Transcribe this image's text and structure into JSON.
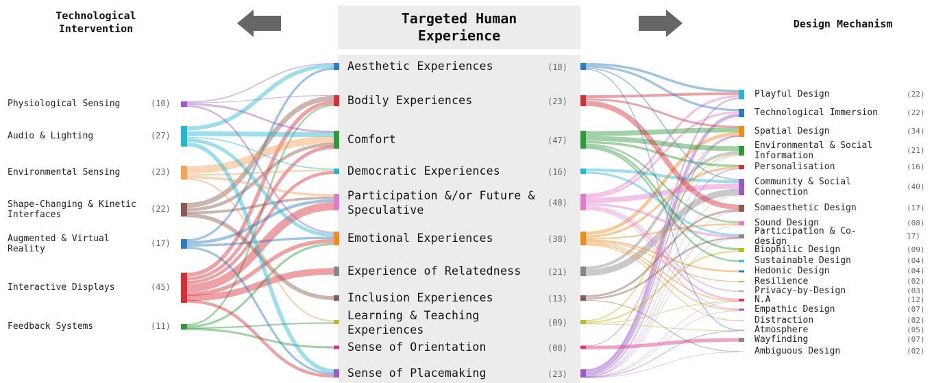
{
  "headers": {
    "left": "Technological Intervention",
    "middle": "Targeted Human Experience",
    "right": "Design Mechanism"
  },
  "chart_data": {
    "type": "sankey",
    "left_nodes": [
      {
        "id": "L0",
        "label": "Physiological Sensing",
        "count": "(10)",
        "color": "#a05ac8"
      },
      {
        "id": "L1",
        "label": "Audio & Lighting",
        "count": "(27)",
        "color": "#26b6d2"
      },
      {
        "id": "L2",
        "label": "Environmental Sensing",
        "count": "(23)",
        "color": "#f4a15a"
      },
      {
        "id": "L3",
        "label": "Shape-Changing & Kinetic Interfaces",
        "count": "(22)",
        "color": "#8c5a4e"
      },
      {
        "id": "L4",
        "label": "Augmented & Virtual Reality",
        "count": "(17)",
        "color": "#2e7bbf"
      },
      {
        "id": "L5",
        "label": "Interactive Displays",
        "count": "(45)",
        "color": "#d62f35"
      },
      {
        "id": "L6",
        "label": "Feedback Systems",
        "count": "(11)",
        "color": "#2f9a3a"
      }
    ],
    "middle_nodes": [
      {
        "id": "M0",
        "label": "Aesthetic Experiences",
        "count": "(18)",
        "color": "#2e7bbf"
      },
      {
        "id": "M1",
        "label": "Bodily Experiences",
        "count": "(23)",
        "color": "#d62f35"
      },
      {
        "id": "M2",
        "label": "Comfort",
        "count": "(47)",
        "color": "#2f9a3a"
      },
      {
        "id": "M3",
        "label": "Democratic Experiences",
        "count": "(16)",
        "color": "#26b6d2"
      },
      {
        "id": "M4",
        "label": "Participation &/or Future & Speculative",
        "count": "(48)",
        "color": "#e57ac9"
      },
      {
        "id": "M5",
        "label": "Emotional Experiences",
        "count": "(38)",
        "color": "#f28a1c"
      },
      {
        "id": "M6",
        "label": "Experience of Relatedness",
        "count": "(21)",
        "color": "#888888"
      },
      {
        "id": "M7",
        "label": "Inclusion Experiences",
        "count": "(13)",
        "color": "#8c5a4e"
      },
      {
        "id": "M8",
        "label": "Learning & Teaching Experiences",
        "count": "(09)",
        "color": "#bcbd22"
      },
      {
        "id": "M9",
        "label": "Sense of Orientation",
        "count": "(08)",
        "color": "#d6357a"
      },
      {
        "id": "M10",
        "label": "Sense of Placemaking",
        "count": "(23)",
        "color": "#9b59c8"
      }
    ],
    "right_nodes": [
      {
        "id": "R0",
        "label": "Playful Design",
        "count": "(22)",
        "color": "#26b6d2"
      },
      {
        "id": "R1",
        "label": "Technological Immersion",
        "count": "(22)",
        "color": "#2e7bbf"
      },
      {
        "id": "R2",
        "label": "Spatial Design",
        "count": "(34)",
        "color": "#f28a1c"
      },
      {
        "id": "R3",
        "label": "Environmental & Social Information",
        "count": "(21)",
        "color": "#2f9a3a"
      },
      {
        "id": "R4",
        "label": "Personalisation",
        "count": "(16)",
        "color": "#d62f35"
      },
      {
        "id": "R5",
        "label": "Community & Social Connection",
        "count": "(40)",
        "color": "#9b59c8"
      },
      {
        "id": "R6",
        "label": "Somaesthetic Design",
        "count": "(17)",
        "color": "#8c5a4e"
      },
      {
        "id": "R7",
        "label": "Sound Design",
        "count": "(08)",
        "color": "#e57ac9"
      },
      {
        "id": "R8",
        "label": "Participation & Co-design",
        "count": "17)",
        "color": "#888888"
      },
      {
        "id": "R9",
        "label": "Biophilic Design",
        "count": "(09)",
        "color": "#bcbd22"
      },
      {
        "id": "R10",
        "label": "Sustainable Design",
        "count": "(04)",
        "color": "#26b6d2"
      },
      {
        "id": "R11",
        "label": "Hedonic Design",
        "count": "(04)",
        "color": "#2e7bbf"
      },
      {
        "id": "R12",
        "label": "Resilience",
        "count": "(02)",
        "color": "#f4a15a"
      },
      {
        "id": "R13",
        "label": "Privacy-by-Design",
        "count": "(03)",
        "color": "#8fd17a"
      },
      {
        "id": "R14",
        "label": "N.A",
        "count": "(12)",
        "color": "#d6357a"
      },
      {
        "id": "R15",
        "label": "Empathic Design",
        "count": "(07)",
        "color": "#9b59c8"
      },
      {
        "id": "R16",
        "label": "Distraction",
        "count": "(02)",
        "color": "#c9a3a0"
      },
      {
        "id": "R17",
        "label": "Atmosphere",
        "count": "(05)",
        "color": "#e8a6d6"
      },
      {
        "id": "R18",
        "label": "Wayfinding",
        "count": "(07)",
        "color": "#888888"
      },
      {
        "id": "R19",
        "label": "Ambiguous Design",
        "count": "(02)",
        "color": "#cfd08a"
      }
    ],
    "left_links": [
      {
        "source": "L0",
        "target": "M0",
        "value": 2
      },
      {
        "source": "L0",
        "target": "M2",
        "value": 4
      },
      {
        "source": "L0",
        "target": "M5",
        "value": 3
      },
      {
        "source": "L0",
        "target": "M1",
        "value": 1
      },
      {
        "source": "L1",
        "target": "M0",
        "value": 6
      },
      {
        "source": "L1",
        "target": "M2",
        "value": 8
      },
      {
        "source": "L1",
        "target": "M5",
        "value": 5
      },
      {
        "source": "L1",
        "target": "M10",
        "value": 6
      },
      {
        "source": "L1",
        "target": "M3",
        "value": 2
      },
      {
        "source": "L2",
        "target": "M2",
        "value": 14
      },
      {
        "source": "L2",
        "target": "M4",
        "value": 4
      },
      {
        "source": "L2",
        "target": "M8",
        "value": 2
      },
      {
        "source": "L2",
        "target": "M3",
        "value": 3
      },
      {
        "source": "L3",
        "target": "M1",
        "value": 8
      },
      {
        "source": "L3",
        "target": "M2",
        "value": 6
      },
      {
        "source": "L3",
        "target": "M4",
        "value": 4
      },
      {
        "source": "L3",
        "target": "M7",
        "value": 4
      },
      {
        "source": "L4",
        "target": "M0",
        "value": 4
      },
      {
        "source": "L4",
        "target": "M4",
        "value": 5
      },
      {
        "source": "L4",
        "target": "M5",
        "value": 4
      },
      {
        "source": "L4",
        "target": "M10",
        "value": 4
      },
      {
        "source": "L5",
        "target": "M1",
        "value": 6
      },
      {
        "source": "L5",
        "target": "M2",
        "value": 6
      },
      {
        "source": "L5",
        "target": "M3",
        "value": 5
      },
      {
        "source": "L5",
        "target": "M4",
        "value": 12
      },
      {
        "source": "L5",
        "target": "M5",
        "value": 6
      },
      {
        "source": "L5",
        "target": "M6",
        "value": 5
      },
      {
        "source": "L5",
        "target": "M10",
        "value": 5
      },
      {
        "source": "L6",
        "target": "M1",
        "value": 3
      },
      {
        "source": "L6",
        "target": "M5",
        "value": 4
      },
      {
        "source": "L6",
        "target": "M8",
        "value": 2
      },
      {
        "source": "L6",
        "target": "M9",
        "value": 2
      }
    ],
    "right_links": [
      {
        "source": "M0",
        "target": "R0",
        "value": 6
      },
      {
        "source": "M0",
        "target": "R1",
        "value": 6
      },
      {
        "source": "M0",
        "target": "R5",
        "value": 3
      },
      {
        "source": "M0",
        "target": "R17",
        "value": 3
      },
      {
        "source": "M1",
        "target": "R6",
        "value": 12
      },
      {
        "source": "M1",
        "target": "R2",
        "value": 5
      },
      {
        "source": "M1",
        "target": "R0",
        "value": 6
      },
      {
        "source": "M2",
        "target": "R2",
        "value": 14
      },
      {
        "source": "M2",
        "target": "R3",
        "value": 12
      },
      {
        "source": "M2",
        "target": "R4",
        "value": 8
      },
      {
        "source": "M2",
        "target": "R9",
        "value": 5
      },
      {
        "source": "M2",
        "target": "R7",
        "value": 4
      },
      {
        "source": "M2",
        "target": "R10",
        "value": 4
      },
      {
        "source": "M3",
        "target": "R8",
        "value": 8
      },
      {
        "source": "M3",
        "target": "R5",
        "value": 8
      },
      {
        "source": "M4",
        "target": "R5",
        "value": 14
      },
      {
        "source": "M4",
        "target": "R8",
        "value": 9
      },
      {
        "source": "M4",
        "target": "R0",
        "value": 6
      },
      {
        "source": "M4",
        "target": "R14",
        "value": 7
      },
      {
        "source": "M4",
        "target": "R1",
        "value": 6
      },
      {
        "source": "M4",
        "target": "R13",
        "value": 3
      },
      {
        "source": "M4",
        "target": "R15",
        "value": 3
      },
      {
        "source": "M5",
        "target": "R2",
        "value": 10
      },
      {
        "source": "M5",
        "target": "R4",
        "value": 8
      },
      {
        "source": "M5",
        "target": "R11",
        "value": 4
      },
      {
        "source": "M5",
        "target": "R7",
        "value": 4
      },
      {
        "source": "M5",
        "target": "R15",
        "value": 4
      },
      {
        "source": "M5",
        "target": "R12",
        "value": 2
      },
      {
        "source": "M5",
        "target": "R16",
        "value": 2
      },
      {
        "source": "M5",
        "target": "R14",
        "value": 4
      },
      {
        "source": "M6",
        "target": "R5",
        "value": 15
      },
      {
        "source": "M6",
        "target": "R3",
        "value": 6
      },
      {
        "source": "M7",
        "target": "R8",
        "value": 6
      },
      {
        "source": "M7",
        "target": "R6",
        "value": 5
      },
      {
        "source": "M7",
        "target": "R19",
        "value": 2
      },
      {
        "source": "M8",
        "target": "R3",
        "value": 3
      },
      {
        "source": "M8",
        "target": "R9",
        "value": 4
      },
      {
        "source": "M8",
        "target": "R14",
        "value": 1
      },
      {
        "source": "M8",
        "target": "R17",
        "value": 1
      },
      {
        "source": "M9",
        "target": "R18",
        "value": 7
      },
      {
        "source": "M9",
        "target": "R2",
        "value": 1
      },
      {
        "source": "M10",
        "target": "R2",
        "value": 4
      },
      {
        "source": "M10",
        "target": "R1",
        "value": 10
      },
      {
        "source": "M10",
        "target": "R0",
        "value": 4
      },
      {
        "source": "M10",
        "target": "R17",
        "value": 1
      },
      {
        "source": "M10",
        "target": "R5",
        "value": 0
      },
      {
        "source": "M10",
        "target": "R6",
        "value": 0
      },
      {
        "source": "M10",
        "target": "R15",
        "value": 0
      },
      {
        "source": "M10",
        "target": "R3",
        "value": 0
      },
      {
        "source": "M10",
        "target": "R8",
        "value": 0
      },
      {
        "source": "M10",
        "target": "R14",
        "value": 0
      },
      {
        "source": "M10",
        "target": "R19",
        "value": 0
      },
      {
        "source": "M10",
        "target": "R7",
        "value": 0
      },
      {
        "source": "M10",
        "target": "R4",
        "value": 4
      }
    ]
  }
}
